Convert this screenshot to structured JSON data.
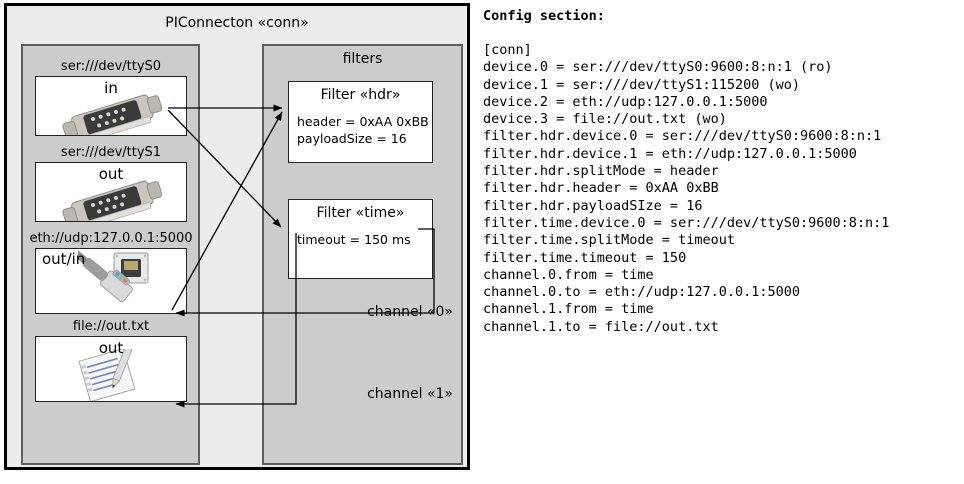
{
  "diagram": {
    "title": "PIConnecton «conn»",
    "devices_panel": {
      "title": "",
      "devices": [
        {
          "label": "ser:///dev/ttyS0",
          "io": "in",
          "icon": "serial-db9-icon"
        },
        {
          "label": "ser:///dev/ttyS1",
          "io": "out",
          "icon": "serial-db9-icon"
        },
        {
          "label": "eth://udp:127.0.0.1:5000",
          "io": "out/in",
          "icon": "ethernet-plug-icon"
        },
        {
          "label": "file://out.txt",
          "io": "out",
          "icon": "text-file-pencil-icon"
        }
      ]
    },
    "filters_panel": {
      "title": "filters",
      "filters": [
        {
          "title": "Filter «hdr»",
          "props": [
            "header = 0xAA 0xBB",
            "payloadSize = 16"
          ]
        },
        {
          "title": "Filter «time»",
          "props": [
            "timeout = 150 ms"
          ]
        }
      ],
      "channels": [
        {
          "label": "channel «0»"
        },
        {
          "label": "channel «1»"
        }
      ]
    }
  },
  "config": {
    "heading": "Config section:",
    "lines": "[conn]\ndevice.0 = ser:///dev/ttyS0:9600:8:n:1 (ro)\ndevice.1 = ser:///dev/ttyS1:115200 (wo)\ndevice.2 = eth://udp:127.0.0.1:5000\ndevice.3 = file://out.txt (wo)\nfilter.hdr.device.0 = ser:///dev/ttyS0:9600:8:n:1\nfilter.hdr.device.1 = eth://udp:127.0.0.1:5000\nfilter.hdr.splitMode = header\nfilter.hdr.header = 0xAA 0xBB\nfilter.hdr.payloadSIze = 16\nfilter.time.device.0 = ser:///dev/ttyS0:9600:8:n:1\nfilter.time.splitMode = timeout\nfilter.time.timeout = 150\nchannel.0.from = time\nchannel.0.to = eth://udp:127.0.0.1:5000\nchannel.1.from = time\nchannel.1.to = file://out.txt"
  },
  "colors": {
    "frame_bg": "#ececec",
    "panel_bg": "#cccccc",
    "box_bg": "#ffffff",
    "border": "#000000",
    "panel_border": "#5e5e5e"
  }
}
